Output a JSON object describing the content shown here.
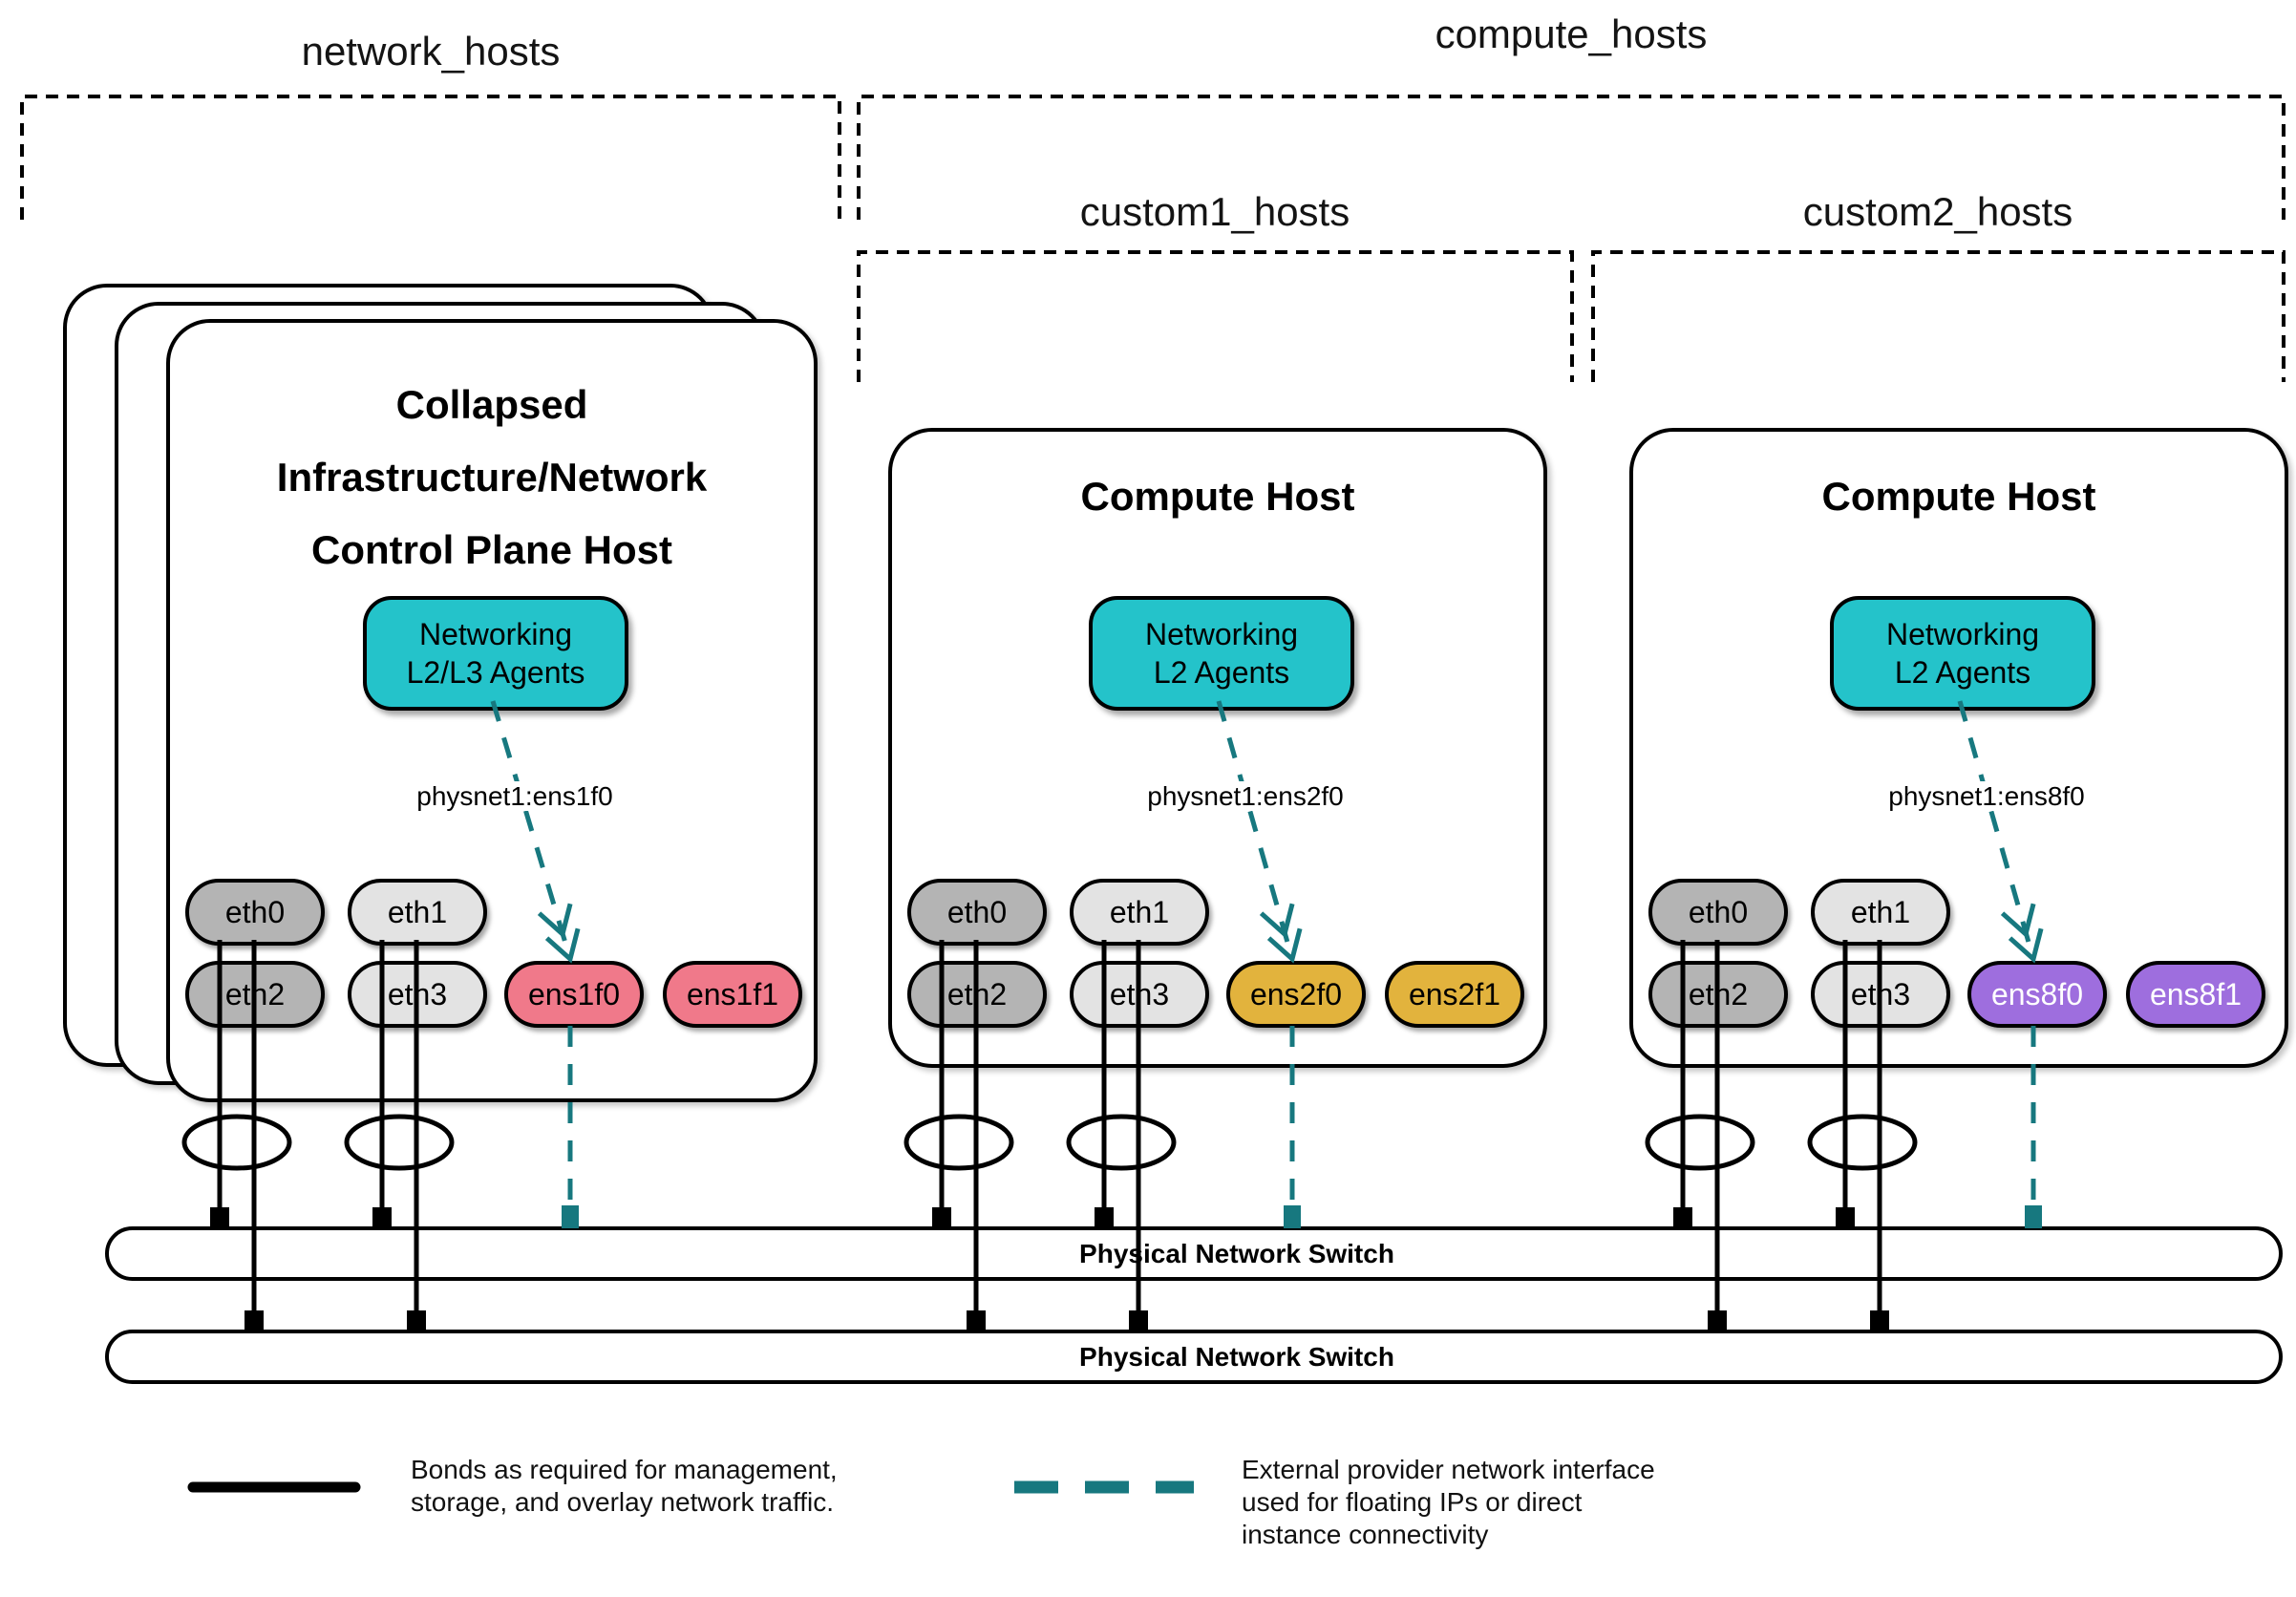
{
  "groups": {
    "network": {
      "label": "network_hosts"
    },
    "compute": {
      "label": "compute_hosts"
    },
    "custom1": {
      "label": "custom1_hosts"
    },
    "custom2": {
      "label": "custom2_hosts"
    }
  },
  "hosts": [
    {
      "title": "Collapsed\nInfrastructure/Network\nControl Plane Host",
      "agent_label": "Networking\nL2/L3 Agents",
      "physnet_label": "physnet1:ens1f0",
      "nics": [
        {
          "label": "eth0",
          "color_key": "gray_dark"
        },
        {
          "label": "eth1",
          "color_key": "gray_light"
        },
        {
          "label": "eth2",
          "color_key": "gray_dark"
        },
        {
          "label": "eth3",
          "color_key": "gray_light"
        },
        {
          "label": "ens1f0",
          "color_key": "pink"
        },
        {
          "label": "ens1f1",
          "color_key": "pink"
        }
      ]
    },
    {
      "title": "Compute Host",
      "agent_label": "Networking\nL2 Agents",
      "physnet_label": "physnet1:ens2f0",
      "nics": [
        {
          "label": "eth0",
          "color_key": "gray_dark"
        },
        {
          "label": "eth1",
          "color_key": "gray_light"
        },
        {
          "label": "eth2",
          "color_key": "gray_dark"
        },
        {
          "label": "eth3",
          "color_key": "gray_light"
        },
        {
          "label": "ens2f0",
          "color_key": "gold"
        },
        {
          "label": "ens2f1",
          "color_key": "gold"
        }
      ]
    },
    {
      "title": "Compute Host",
      "agent_label": "Networking\nL2 Agents",
      "physnet_label": "physnet1:ens8f0",
      "nics": [
        {
          "label": "eth0",
          "color_key": "gray_dark"
        },
        {
          "label": "eth1",
          "color_key": "gray_light"
        },
        {
          "label": "eth2",
          "color_key": "gray_dark"
        },
        {
          "label": "eth3",
          "color_key": "gray_light"
        },
        {
          "label": "ens8f0",
          "color_key": "purple"
        },
        {
          "label": "ens8f1",
          "color_key": "purple"
        }
      ]
    }
  ],
  "switches": [
    {
      "label": "Physical Network Switch"
    },
    {
      "label": "Physical Network Switch"
    }
  ],
  "legend": [
    {
      "swatch": "solid-black-line",
      "text": "Bonds as required for management,\nstorage, and overlay network traffic."
    },
    {
      "swatch": "dashed-teal-line",
      "text": "External provider network interface\nused for floating IPs or direct\ninstance connectivity"
    }
  ],
  "colors": {
    "teal_fill": "#24c3ca",
    "teal_line": "#17787f",
    "pink": "#f0798a",
    "gold": "#e2b33d",
    "purple": "#9e6ede",
    "purple_text": "#ffffff",
    "gray_dark": "#b4b4b4",
    "gray_light": "#e3e3e3",
    "line_black": "#000000"
  }
}
